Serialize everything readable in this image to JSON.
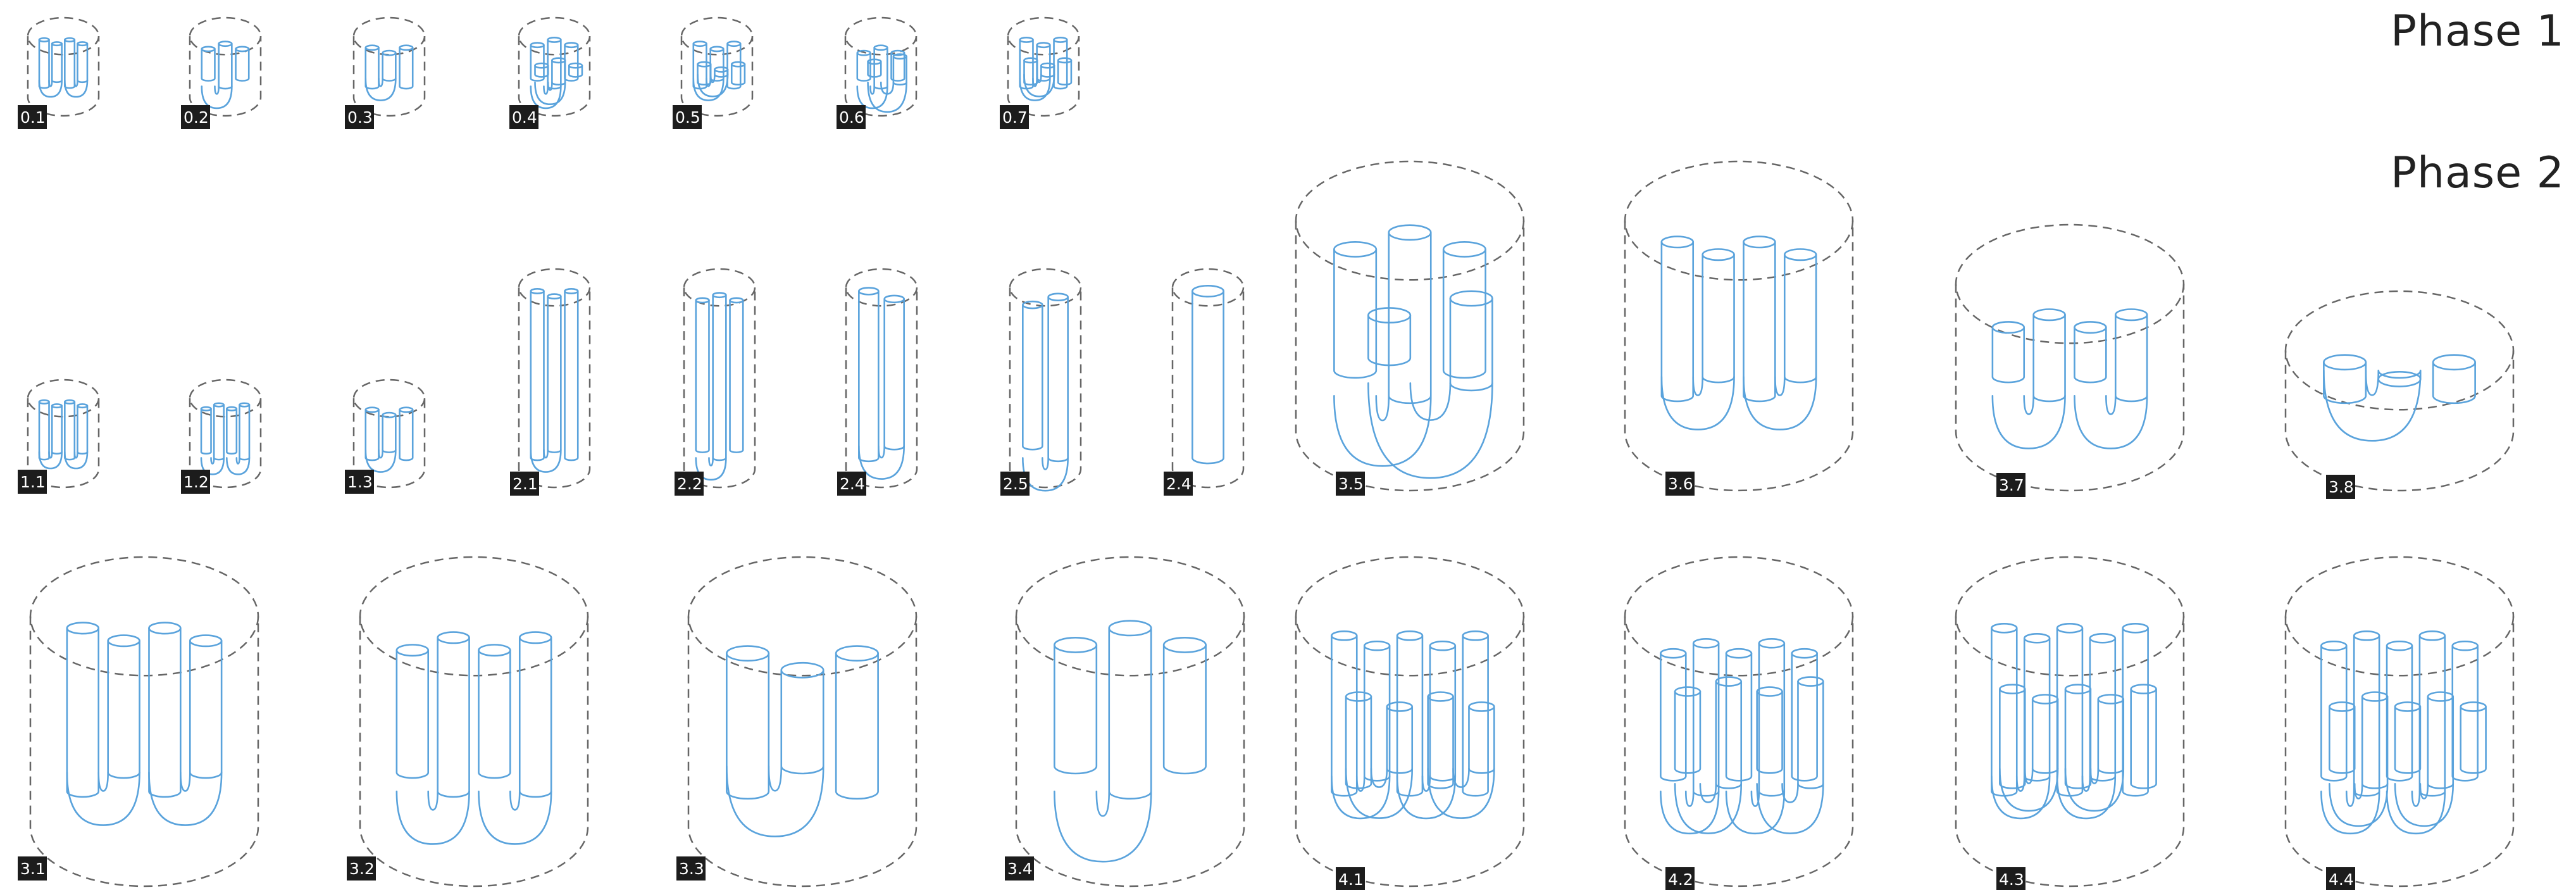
{
  "phases": [
    {
      "title": "Phase 1"
    },
    {
      "title": "Phase 2"
    }
  ],
  "items": [
    {
      "label": "0.1",
      "tubes": 4,
      "variant": 0
    },
    {
      "label": "0.2",
      "tubes": 3,
      "variant": 1
    },
    {
      "label": "0.3",
      "tubes": 3,
      "variant": 2
    },
    {
      "label": "0.4",
      "tubes": 6,
      "variant": 3
    },
    {
      "label": "0.5",
      "tubes": 6,
      "variant": 4
    },
    {
      "label": "0.6",
      "tubes": 5,
      "variant": 5
    },
    {
      "label": "0.7",
      "tubes": 6,
      "variant": 6
    },
    {
      "label": "1.1",
      "tubes": 4,
      "variant": 0
    },
    {
      "label": "1.2",
      "tubes": 4,
      "variant": 1
    },
    {
      "label": "1.3",
      "tubes": 3,
      "variant": 2
    },
    {
      "label": "2.1",
      "tubes": 3,
      "variant": 0
    },
    {
      "label": "2.2",
      "tubes": 3,
      "variant": 1
    },
    {
      "label": "2.4",
      "tubes": 2,
      "variant": 0
    },
    {
      "label": "2.5",
      "tubes": 2,
      "variant": 1
    },
    {
      "label": "2.4",
      "tubes": 1,
      "variant": 0
    },
    {
      "label": "3.5",
      "tubes": 5,
      "variant": 3
    },
    {
      "label": "3.6",
      "tubes": 4,
      "variant": 4
    },
    {
      "label": "3.7",
      "tubes": 4,
      "variant": 5
    },
    {
      "label": "3.8",
      "tubes": 3,
      "variant": 6
    },
    {
      "label": "3.1",
      "tubes": 4,
      "variant": 0
    },
    {
      "label": "3.2",
      "tubes": 4,
      "variant": 1
    },
    {
      "label": "3.3",
      "tubes": 3,
      "variant": 2
    },
    {
      "label": "3.4",
      "tubes": 3,
      "variant": 3
    },
    {
      "label": "4.1",
      "tubes": 9,
      "variant": 4
    },
    {
      "label": "4.2",
      "tubes": 9,
      "variant": 5
    },
    {
      "label": "4.3",
      "tubes": 10,
      "variant": 6
    },
    {
      "label": "4.4",
      "tubes": 10,
      "variant": 7
    }
  ],
  "colors": {
    "tube": "#5aa3dc",
    "outline": "#666666",
    "label_bg": "#1c1c1c",
    "label_text": "#ffffff"
  }
}
